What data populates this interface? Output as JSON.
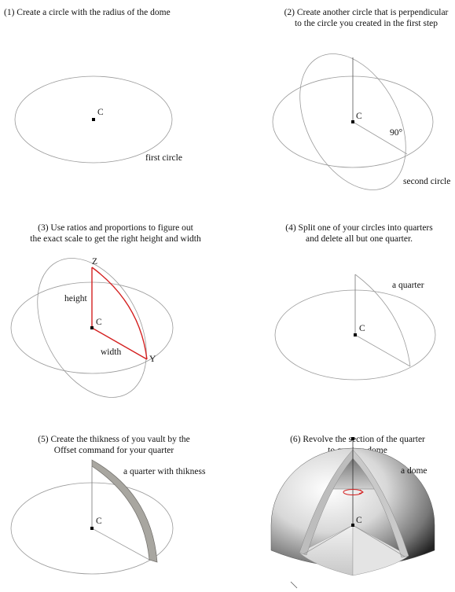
{
  "steps": [
    {
      "caption_lines": [
        "(1) Create a circle with the radius of the dome"
      ],
      "labels": {
        "center": "C",
        "note": "first circle"
      }
    },
    {
      "caption_lines": [
        "(2) Create another circle that is perpendicular",
        "to the circle you created in the first step"
      ],
      "labels": {
        "center": "C",
        "angle": "90°",
        "note": "second circle"
      }
    },
    {
      "caption_lines": [
        "(3) Use ratios and proportions to figure out",
        "the exact scale to get the right height and width"
      ],
      "labels": {
        "center": "C",
        "top": "Z",
        "right": "Y",
        "height": "height",
        "width": "width"
      }
    },
    {
      "caption_lines": [
        "(4) Split one of your circles into quarters",
        "and delete all but one quarter."
      ],
      "labels": {
        "center": "C",
        "note": "a quarter"
      }
    },
    {
      "caption_lines": [
        "(5) Create the thikness of you vault by the",
        "Offset command for your quarter"
      ],
      "labels": {
        "center": "C",
        "note": "a quarter with thikness"
      }
    },
    {
      "caption_lines": [
        "(6) Revolve the section of the quarter",
        "to create a dome"
      ],
      "labels": {
        "center": "C",
        "note": "a dome"
      }
    }
  ],
  "colors": {
    "line": "#9a9a9a",
    "highlight": "#d42020",
    "thickness": "#a8a6a0"
  }
}
